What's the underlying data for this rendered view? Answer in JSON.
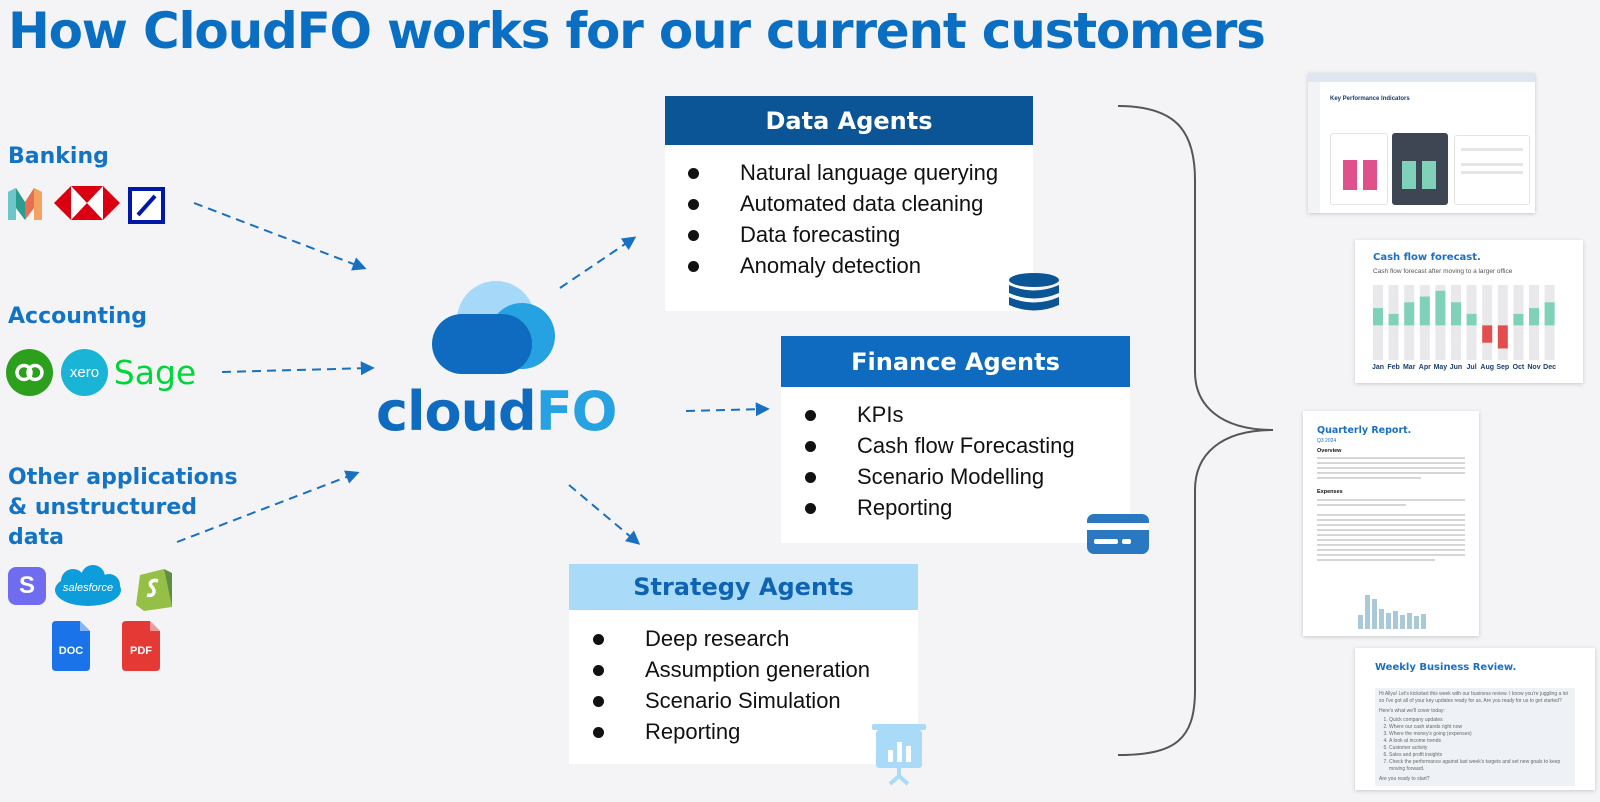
{
  "title": "How CloudFO works for our current customers",
  "sources": {
    "banking": {
      "label": "Banking",
      "logos": [
        "monzo-logo",
        "hsbc-logo",
        "deutsche-bank-logo"
      ]
    },
    "accounting": {
      "label": "Accounting",
      "logos": [
        "quickbooks-logo",
        "xero-logo",
        "sage-logo"
      ],
      "xero_text": "xero",
      "sage_text": "Sage"
    },
    "other": {
      "label_lines": [
        "Other applications",
        "& unstructured",
        "data"
      ],
      "logos": [
        "stripe-logo",
        "salesforce-logo",
        "shopify-logo",
        "doc-file-icon",
        "pdf-file-icon"
      ],
      "stripe_text": "S",
      "salesforce_text": "salesforce",
      "doc_text": "DOC",
      "pdf_text": "PDF"
    }
  },
  "center_logo": {
    "part1": "cloud",
    "part2": "FO"
  },
  "agents": {
    "data": {
      "title": "Data Agents",
      "items": [
        "Natural language querying",
        "Automated data cleaning",
        "Data forecasting",
        "Anomaly detection"
      ],
      "icon": "database-icon"
    },
    "finance": {
      "title": "Finance Agents",
      "items": [
        "KPIs",
        "Cash flow Forecasting",
        "Scenario Modelling",
        "Reporting"
      ],
      "icon": "credit-card-icon"
    },
    "strategy": {
      "title": "Strategy Agents",
      "items": [
        "Deep research",
        "Assumption generation",
        "Scenario Simulation",
        "Reporting"
      ],
      "icon": "presentation-chart-icon"
    }
  },
  "outputs": {
    "kpi": {
      "title": "Key Performance Indicators"
    },
    "cashflow": {
      "title": "Cash flow forecast.",
      "subtitle": "Cash flow forecast after moving to a larger office",
      "months": [
        "Jan",
        "Feb",
        "Mar",
        "Apr",
        "May",
        "Jun",
        "Jul",
        "Aug",
        "Sep",
        "Oct",
        "Nov",
        "Dec"
      ]
    },
    "quarterly": {
      "title": "Quarterly Report.",
      "subtitle": "Q3 2024",
      "overview": "Overview",
      "expenses": "Expenses"
    },
    "weekly": {
      "title": "Weekly Business Review.",
      "intro": "Hi Allya! Let's kickstart this week with our business review. I know you're juggling a lot so I've got all of your key updates ready for us. Are you ready for us to get started?",
      "cover": "Here's what we'll cover today:",
      "items": [
        "Quick company updates",
        "Where our cash stands right now",
        "Where the money's going (expenses)",
        "A look at income trends",
        "Customer activity",
        "Sales and profit insights",
        "Check the performance against last week's targets and set new goals to keep moving forward."
      ],
      "closing": "Are you ready to start?"
    }
  },
  "chart_data": {
    "type": "bar",
    "title": "Cash flow forecast.",
    "subtitle": "Cash flow forecast after moving to a larger office",
    "categories": [
      "Jan",
      "Feb",
      "Mar",
      "Apr",
      "May",
      "Jun",
      "Jul",
      "Aug",
      "Sep",
      "Oct",
      "Nov",
      "Dec"
    ],
    "values": [
      3,
      2,
      4,
      5,
      6,
      4,
      2,
      -3,
      -4,
      2,
      3,
      4
    ],
    "ylim": [
      -6,
      7
    ],
    "colors": {
      "positive": "#7fd1b9",
      "negative": "#e24d4d",
      "track": "#e9e9ec"
    },
    "grid": false
  },
  "colors": {
    "title_blue": "#0a6fc2",
    "data_header": "#0b5596",
    "finance_header": "#0f6bbf",
    "strategy_header": "#a9dbf9",
    "arrow": "#1770c1",
    "cloud_dark": "#0f6bbf",
    "cloud_mid": "#26a2e3",
    "cloud_light": "#a6d8fa"
  }
}
